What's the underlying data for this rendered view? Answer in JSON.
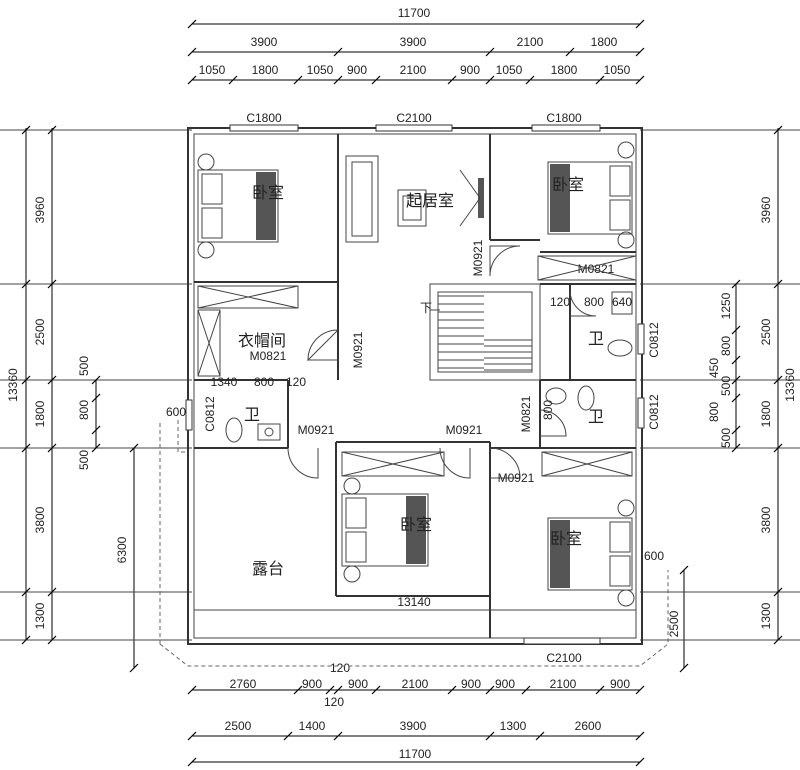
{
  "dims": {
    "top_total": "11700",
    "top_mid": [
      "3900",
      "3900",
      "2100",
      "1800"
    ],
    "top_inner": [
      "1050",
      "1800",
      "1050",
      "900",
      "2100",
      "900",
      "1050",
      "1800",
      "1050"
    ],
    "bottom_inner": [
      "2760",
      "900",
      "120",
      "900",
      "2100",
      "900",
      "900",
      "2100",
      "900"
    ],
    "bottom_120_top": "120",
    "bottom_mid": [
      "2500",
      "1400",
      "3900",
      "1300",
      "2600"
    ],
    "bottom_total": "11700",
    "left_outer_total": "13360",
    "left_outer": [
      "3960",
      "2500",
      "1800",
      "3800",
      "1300"
    ],
    "left_inner": [
      "500",
      "800",
      "500"
    ],
    "left_inner_6300": "6300",
    "right_outer_total": "13360",
    "right_outer": [
      "3960",
      "2500",
      "1800",
      "3800",
      "1300"
    ],
    "right_inner": [
      "1250",
      "800",
      "450",
      "500",
      "800",
      "500"
    ],
    "right_2500": "2500",
    "terrace_width": "13140"
  },
  "windows": {
    "top_left": "C1800",
    "top_mid": "C2100",
    "top_right": "C1800",
    "bottom_right": "C2100",
    "left_bath": "C0812",
    "right_bath_upper": "C0812",
    "right_bath_lower": "C0812"
  },
  "doors": {
    "living": "M0921",
    "closet": "M0921",
    "closet_top": "M0821",
    "bedroom_upper_right": "M0821",
    "left_bath": "M0921",
    "mid_hall": "M0921",
    "right_bath_lower": "M0821",
    "bedroom_lower_right": "M0921"
  },
  "small_dims": {
    "bath_r": [
      "120",
      "800",
      "640"
    ],
    "bath_l": [
      "1340",
      "800",
      "120"
    ],
    "d800": "800",
    "d600_left": "600",
    "d600_right": "600"
  },
  "rooms": {
    "bedroom_tl": "卧室",
    "living": "起居室",
    "bedroom_tr": "卧室",
    "closet": "衣帽间",
    "bath_r_upper": "卫",
    "bath_l": "卫",
    "bath_r_lower": "卫",
    "bedroom_mid": "卧室",
    "bedroom_br": "卧室",
    "terrace": "露台"
  },
  "stairs": {
    "up_mark": "下"
  }
}
